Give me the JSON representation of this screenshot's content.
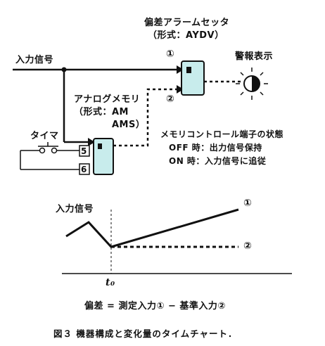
{
  "top_diagram": {
    "deviation_setter": {
      "title": "偏差アラームセッタ",
      "model": "（形式：AYDV）",
      "input1": "①",
      "input2": "②"
    },
    "input_signal": "入力信号",
    "alarm_display": "警報表示",
    "memory": {
      "title": "アナログメモリ",
      "model_line1": "（形式：AM",
      "model_line2": "AMS）"
    },
    "timer": "タイマ",
    "terminal_5": "5",
    "terminal_6": "6",
    "terminal_state": {
      "title": "メモリコントロール端子の状態",
      "off": "OFF 時：出力信号保持",
      "on": "ON 時：入力信号に追従"
    }
  },
  "bottom_chart": {
    "ylabel": "入力信号",
    "time_mark": "t₀",
    "series": [
      {
        "name": "①",
        "style": "solid"
      },
      {
        "name": "②",
        "style": "dashed"
      }
    ],
    "formula": "偏差 = 測定入力① − 基準入力②"
  },
  "caption": "図３ 機器構成と変化量のタイムチャート．",
  "colors": {
    "device_face": "#c8ecec",
    "line": "#111111"
  }
}
